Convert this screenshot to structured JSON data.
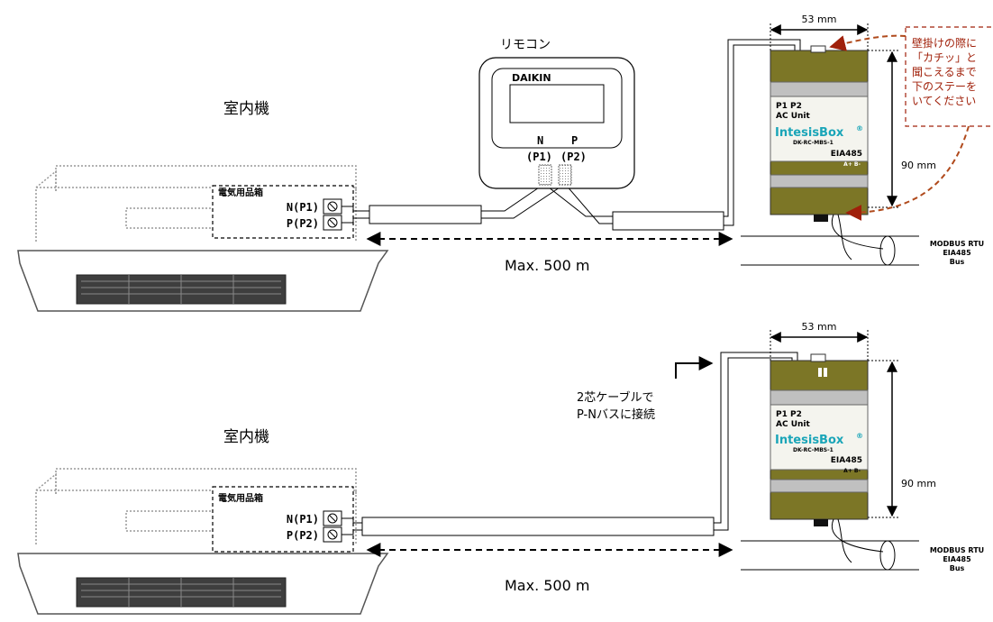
{
  "colors": {
    "device_body": "#7c7626",
    "device_body_dark": "#5f5a1c",
    "device_band": "#c0c0c0",
    "device_window": "#f4f4ee",
    "brand": "#1aa5b8",
    "callout": "#a0200a",
    "callout_line": "#b04a1c"
  },
  "top": {
    "indoor_label": "室内機",
    "box_label": "電気用品箱",
    "terminal_n": "N(P1)",
    "terminal_p": "P(P2)",
    "distance": "Max. 500 m",
    "remote": {
      "title": "リモコン",
      "brand": "DAIKIN",
      "n": "N",
      "p": "P",
      "p1": "(P1)",
      "p2": "(P2)"
    },
    "device": {
      "width": "53 mm",
      "height": "90 mm",
      "p1p2": "P1 P2",
      "ac_unit": "AC Unit",
      "brand": "IntesisBox",
      "model": "DK-RC-MBS-1",
      "eia": "EIA485",
      "ab": "A+  B-"
    },
    "bus": [
      "MODBUS RTU",
      "EIA485",
      "Bus"
    ],
    "callout": [
      "壁掛けの際に",
      "「カチッ」と",
      "聞こえるまで",
      "下のステーを",
      "いてください"
    ]
  },
  "bottom": {
    "indoor_label": "室内機",
    "box_label": "電気用品箱",
    "terminal_n": "N(P1)",
    "terminal_p": "P(P2)",
    "distance": "Max. 500 m",
    "cable_note": [
      "2芯ケーブルで",
      "P-Nバスに接続"
    ],
    "device": {
      "width": "53 mm",
      "height": "90 mm",
      "p1p2": "P1 P2",
      "ac_unit": "AC Unit",
      "brand": "IntesisBox",
      "model": "DK-RC-MBS-1",
      "eia": "EIA485",
      "ab": "A+  B-"
    },
    "bus": [
      "MODBUS RTU",
      "EIA485",
      "Bus"
    ]
  }
}
